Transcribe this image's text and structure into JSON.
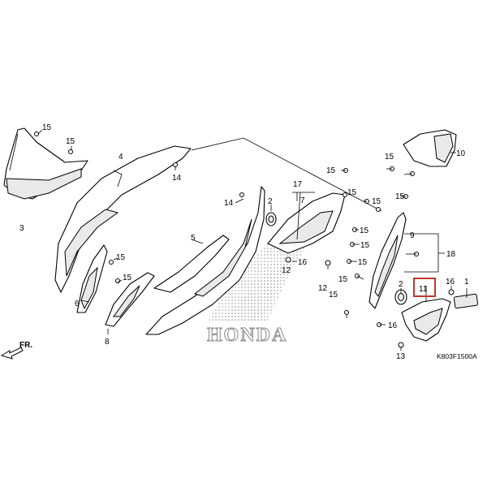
{
  "diagram": {
    "code": "K803F1500A",
    "brand_watermark": "HONDA",
    "front_indicator": "FR.",
    "highlight_color": "#c0392b",
    "callouts": {
      "c15a": "15",
      "c15b": "15",
      "c3": "3",
      "c4": "4",
      "c14a": "14",
      "c14b": "14",
      "c5": "5",
      "c6": "6",
      "c8": "8",
      "c15c": "15",
      "c15d": "15",
      "c2a": "2",
      "c17": "17",
      "c7": "7",
      "c15e": "15",
      "c16a": "16",
      "c12a": "12",
      "c12b": "12",
      "c15f": "15",
      "c15g": "15",
      "c15h": "15",
      "c15i": "15",
      "c15j": "15",
      "c15k": "15",
      "c15l": "15",
      "c15m": "15",
      "c15n": "15",
      "c9": "9",
      "c18": "18",
      "c2b": "2",
      "c11": "11",
      "c16b": "16",
      "c16c": "16",
      "c1": "1",
      "c13": "13",
      "c10": "10"
    }
  }
}
